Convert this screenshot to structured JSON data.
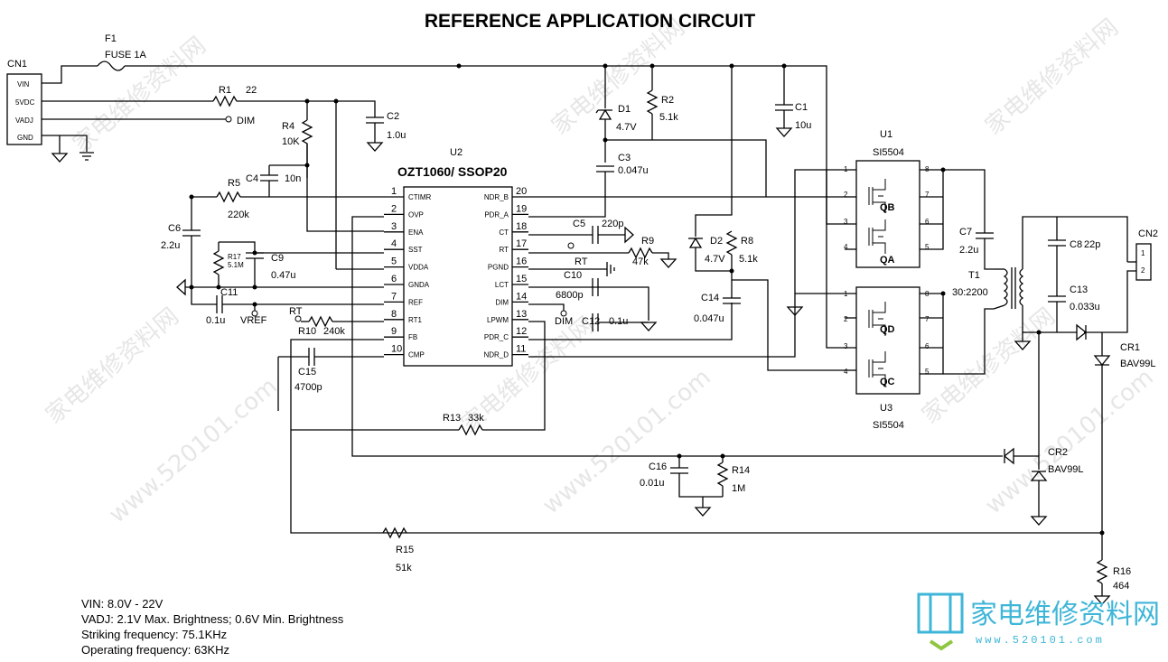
{
  "title": "REFERENCE APPLICATION CIRCUIT",
  "ic": {
    "ref": "U2",
    "part": "OZT1060/ SSOP20",
    "left_pins": [
      {
        "num": "1",
        "name": "CTIMR"
      },
      {
        "num": "2",
        "name": "OVP"
      },
      {
        "num": "3",
        "name": "ENA"
      },
      {
        "num": "4",
        "name": "SST"
      },
      {
        "num": "5",
        "name": "VDDA"
      },
      {
        "num": "6",
        "name": "GNDA"
      },
      {
        "num": "7",
        "name": "REF"
      },
      {
        "num": "8",
        "name": "RT1"
      },
      {
        "num": "9",
        "name": "FB"
      },
      {
        "num": "10",
        "name": "CMP"
      }
    ],
    "right_pins": [
      {
        "num": "20",
        "name": "NDR_B"
      },
      {
        "num": "19",
        "name": "PDR_A"
      },
      {
        "num": "18",
        "name": "CT"
      },
      {
        "num": "17",
        "name": "RT"
      },
      {
        "num": "16",
        "name": "PGND"
      },
      {
        "num": "15",
        "name": "LCT"
      },
      {
        "num": "14",
        "name": "DIM"
      },
      {
        "num": "13",
        "name": "LPWM"
      },
      {
        "num": "12",
        "name": "PDR_C"
      },
      {
        "num": "11",
        "name": "NDR_D"
      }
    ]
  },
  "connector_cn1": {
    "ref": "CN1",
    "pins": [
      "VIN",
      "5VDC",
      "VADJ",
      "GND"
    ]
  },
  "connector_cn2": {
    "ref": "CN2",
    "pins": [
      "1",
      "2"
    ]
  },
  "mosfets": [
    {
      "ref": "U1",
      "part": "SI5504",
      "top": "QB",
      "bottom": "QA",
      "pins": [
        "1",
        "2",
        "3",
        "4",
        "8",
        "7",
        "6",
        "5"
      ]
    },
    {
      "ref": "U3",
      "part": "SI5504",
      "top": "QD",
      "bottom": "QC",
      "pins": [
        "1",
        "2",
        "3",
        "4",
        "8",
        "7",
        "6",
        "5"
      ]
    }
  ],
  "transformer": {
    "ref": "T1",
    "ratio": "30:2200"
  },
  "components": {
    "F1": "F1",
    "F1v": "FUSE 1A",
    "R1": "R1",
    "R1v": "22",
    "DIM1": "DIM",
    "C2": "C2",
    "C2v": "1.0u",
    "R4": "R4",
    "R4v": "10K",
    "C4": "C4",
    "C4v": "10n",
    "R5": "R5",
    "R5v": "220k",
    "C6": "C6",
    "C6v": "2.2u",
    "R17": "R17",
    "R17v": "5.1M",
    "C9": "C9",
    "C9v": "0.47u",
    "C11": "C11",
    "C11v": "0.1u",
    "VREF": "VREF",
    "RT1": "RT",
    "R10": "R10",
    "R10v": "240k",
    "C15": "C15",
    "C15v": "4700p",
    "R13": "R13",
    "R13v": "33k",
    "R15": "R15",
    "R15v": "51k",
    "D1": "D1",
    "D1v": "4.7V",
    "R2": "R2",
    "R2v": "5.1k",
    "C3": "C3",
    "C3v": "0.047u",
    "C5": "C5",
    "C5v": "220p",
    "R9": "R9",
    "R9v": "47k",
    "RT2": "RT",
    "C10": "C10",
    "C10v": "6800p",
    "DIM2": "DIM",
    "C12": "C12",
    "C12v": "0.1u",
    "D2": "D2",
    "D2v": "4.7V",
    "R8": "R8",
    "R8v": "5.1k",
    "C14": "C14",
    "C14v": "0.047u",
    "C1": "C1",
    "C1v": "10u",
    "C7": "C7",
    "C7v": "2.2u",
    "C8": "C8",
    "C8v": "22p",
    "C13": "C13",
    "C13v": "0.033u",
    "CR1": "CR1",
    "CR1v": "BAV99L",
    "CR2": "CR2",
    "CR2v": "BAV99L",
    "C16": "C16",
    "C16v": "0.01u",
    "R14": "R14",
    "R14v": "1M",
    "R16": "R16",
    "R16v": "464"
  },
  "notes": [
    "VIN: 8.0V - 22V",
    "VADJ: 2.1V Max. Brightness; 0.6V Min. Brightness",
    "Striking frequency: 75.1KHz",
    "Operating frequency: 63KHz"
  ],
  "watermark": {
    "text1": "家电维修资料网",
    "text2": "www.520101.com",
    "logo": "家电维修资料网",
    "logo_sub": "www.520101.com",
    "logo_color": "#3fb6d8"
  }
}
